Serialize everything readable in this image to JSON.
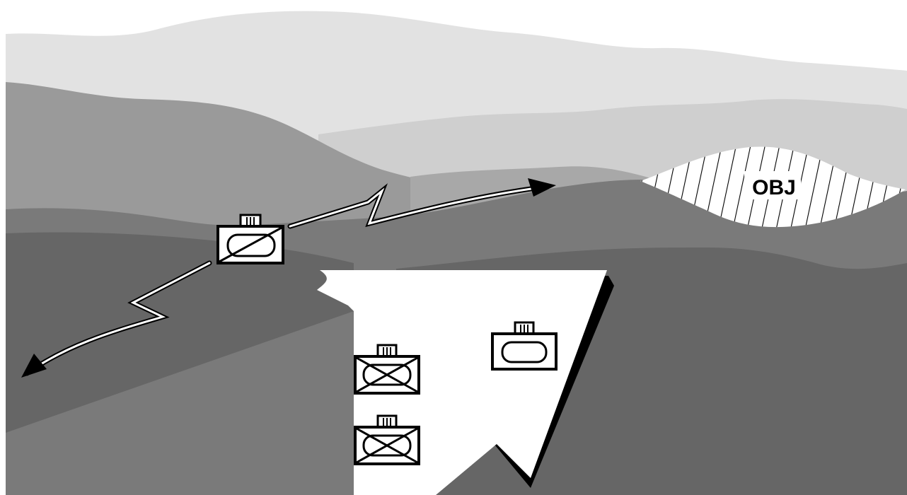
{
  "objective": {
    "label": "OBJ"
  },
  "colors": {
    "sky": "#ffffff",
    "far_ridge": "#e2e2e2",
    "mid_ridge_light": "#cfcfcf",
    "mid_ridge": "#9a9a9a",
    "near_ridge": "#7a7a7a",
    "foreground": "#666666",
    "arrow_shadow": "#000000",
    "symbol_stroke": "#000000"
  },
  "units": [
    {
      "name": "recon-unit",
      "symbol": "armored-cavalry"
    },
    {
      "name": "armor-unit-1",
      "symbol": "armor"
    },
    {
      "name": "mech-infantry-unit-1",
      "symbol": "mechanized-infantry"
    },
    {
      "name": "mech-infantry-unit-2",
      "symbol": "mechanized-infantry"
    }
  ],
  "icons": [
    "screen-route-arrow-icon",
    "main-attack-arrow-icon",
    "objective-area-icon"
  ]
}
